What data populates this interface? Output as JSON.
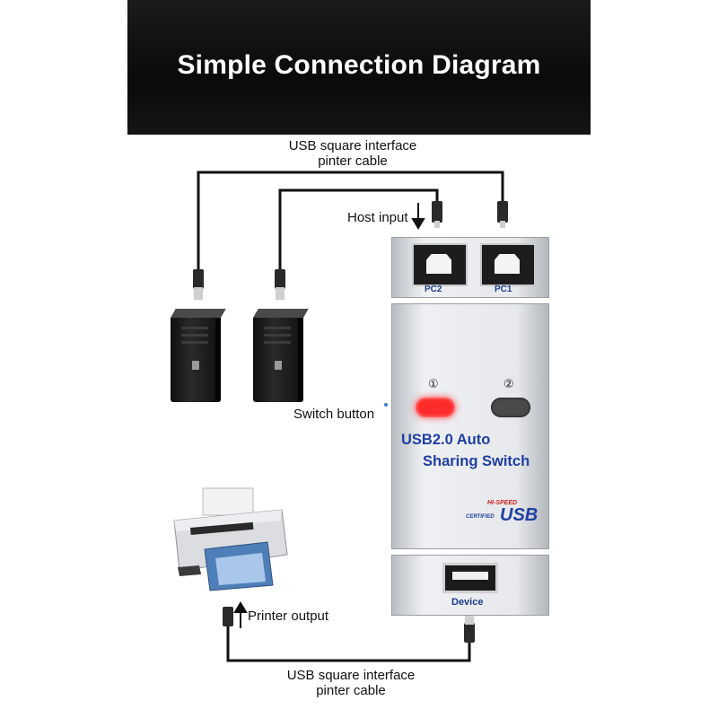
{
  "title": "Simple Connection Diagram",
  "labels": {
    "top_cable_line1": "USB square interface",
    "top_cable_line2": "pinter cable",
    "host_input": "Host input",
    "switch_button": "Switch button",
    "printer_output": "Printer output",
    "bottom_cable_line1": "USB square interface",
    "bottom_cable_line2": "pinter cable"
  },
  "device": {
    "port_pc2": "PC2",
    "port_pc1": "PC1",
    "led_1": "①",
    "led_2": "②",
    "brand_line1": "USB2.0 Auto",
    "brand_line2": "Sharing Switch",
    "usb_logo_top": "HI-SPEED",
    "usb_logo_left": "CERTIFIED",
    "usb_logo_main": "USB",
    "device_port_label": "Device"
  },
  "colors": {
    "banner": "#111111",
    "brand_text": "#1f3fa0",
    "led_active": "#ff2a2a",
    "cable": "#111111"
  }
}
